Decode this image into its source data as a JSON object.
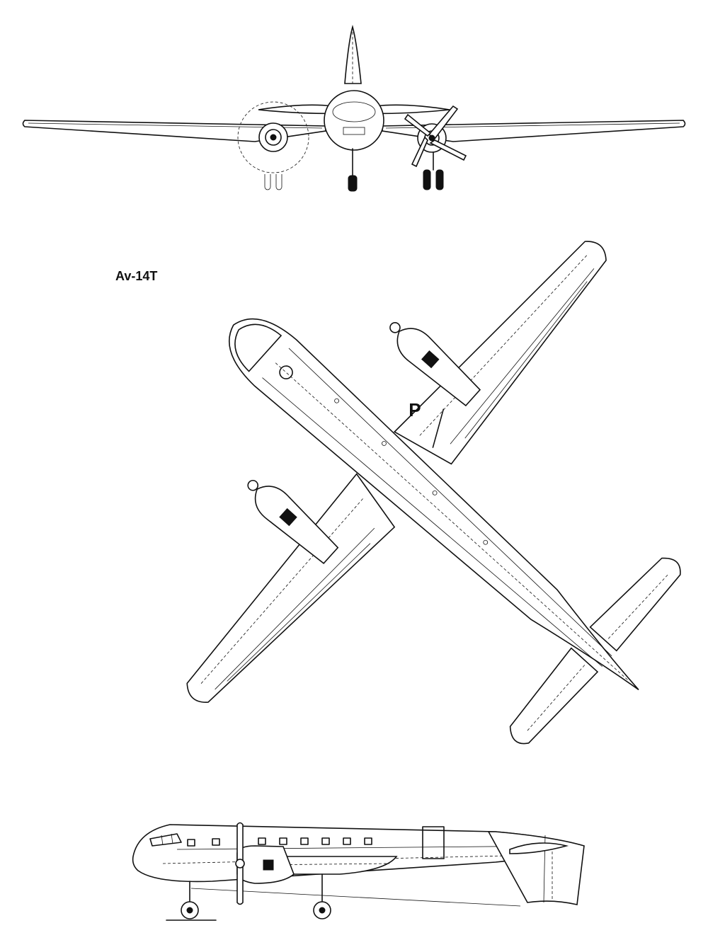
{
  "drawing": {
    "model_label": "Av-14T",
    "wing_marking": "P",
    "views": [
      "front",
      "top",
      "side"
    ]
  }
}
